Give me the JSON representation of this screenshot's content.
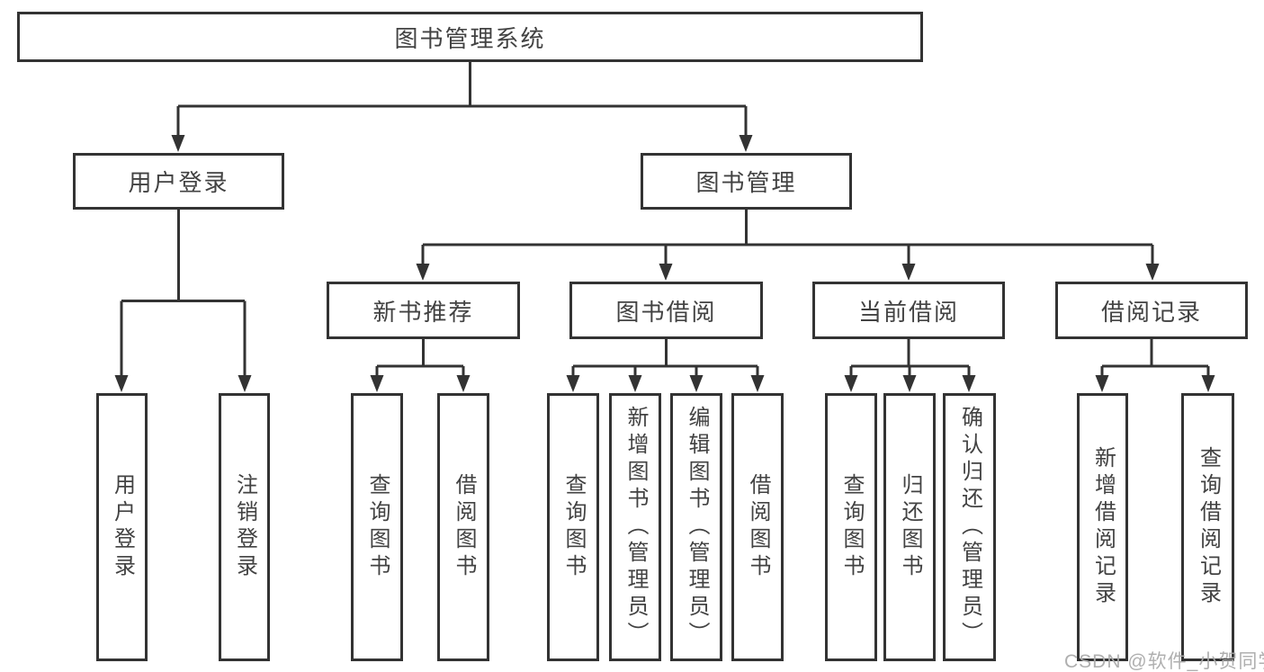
{
  "diagram": {
    "root": {
      "label": "图书管理系统"
    },
    "level1": [
      {
        "label": "用户登录"
      },
      {
        "label": "图书管理"
      }
    ],
    "level2": [
      {
        "label": "新书推荐"
      },
      {
        "label": "图书借阅"
      },
      {
        "label": "当前借阅"
      },
      {
        "label": "借阅记录"
      }
    ],
    "leaves": [
      {
        "label": "用户登录"
      },
      {
        "label": "注销登录"
      },
      {
        "label": "查询图书"
      },
      {
        "label": "借阅图书"
      },
      {
        "label": "查询图书"
      },
      {
        "label": "新增图书（管理员）"
      },
      {
        "label": "编辑图书（管理员）"
      },
      {
        "label": "借阅图书"
      },
      {
        "label": "查询图书"
      },
      {
        "label": "归还图书"
      },
      {
        "label": "确认归还（管理员）"
      },
      {
        "label": "新增借阅记录"
      },
      {
        "label": "查询借阅记录"
      }
    ],
    "watermark": "CSDN @软件_小贺同学",
    "colors": {
      "line": "#333333",
      "text": "#424242",
      "watermark": "#ababab",
      "background": "#ffffff"
    }
  }
}
